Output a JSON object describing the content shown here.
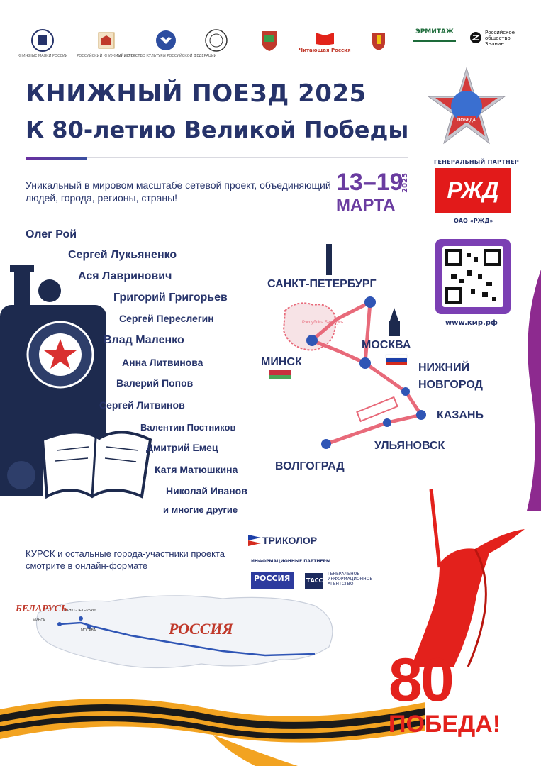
{
  "logos": [
    {
      "icon": "book-ship-icon",
      "caption": "КНИЖНЫЕ МАЯКИ РОССИИ"
    },
    {
      "icon": "book-union-icon",
      "caption": "РОССИЙСКИЙ КНИЖНЫЙ СОЮЗ"
    },
    {
      "icon": "eagle-emblem-icon",
      "caption": "МИНИСТЕРСТВО КУЛЬТУРЫ РОССИЙСКОЙ ФЕДЕРАЦИИ"
    },
    {
      "icon": "round-seal-icon",
      "caption": ""
    },
    {
      "icon": "shield-emblem-icon",
      "caption": ""
    },
    {
      "icon": "open-book-icon",
      "caption": "Читающая Россия"
    },
    {
      "icon": "city-crest-icon",
      "caption": ""
    },
    {
      "icon": "hermitage-icon",
      "caption": "ЭРМИТАЖ"
    },
    {
      "icon": "znanie-icon",
      "caption": "Российское общество Знание"
    }
  ],
  "header": {
    "title": "КНИЖНЫЙ ПОЕЗД 2025",
    "subtitle": "К 80-летию Великой Победы",
    "description": "Уникальный в мировом масштабе сетевой проект, объединяющий людей, города, регионы, страны!",
    "dates": "13–19",
    "year": "2025",
    "month": "МАРТА"
  },
  "partner": {
    "general_label": "ГЕНЕРАЛЬНЫЙ ПАРТНЕР",
    "name": "ОАО «РЖД»",
    "logo_text": "РЖД",
    "site": "www.кмр.рф"
  },
  "authors": [
    "Олег Рой",
    "Сергей Лукьяненко",
    "Ася Лавринович",
    "Григорий Григорьев",
    "Сергей Переслегин",
    "Влад Маленко",
    "Анна Литвинова",
    "Валерий Попов",
    "Сергей Литвинов",
    "Валентин Постников",
    "Дмитрий Емец",
    "Катя Матюшкина",
    "Николай Иванов",
    "и многие другие"
  ],
  "cities": {
    "spb": "САНКТ-ПЕТЕРБУРГ",
    "moscow": "МОСКВА",
    "minsk": "МИНСК",
    "nn1": "НИЖНИЙ",
    "nn2": "НОВГОРОД",
    "kazan": "КАЗАНЬ",
    "ulyanovsk": "УЛЬЯНОВСК",
    "volgograd": "ВОЛГОГРАД",
    "belarus_label": "Рэспубліка Беларусь"
  },
  "bottom": {
    "kursk": "КУРСК и остальные города-участники проекта смотрите в онлайн-формате",
    "tricolor": "ТРИКОЛОР",
    "info_partners": "ИНФОРМАЦИОННЫЕ ПАРТНЕРЫ",
    "russia": "РОССИЯ",
    "tass": "ТАСС",
    "tass_desc": "ГЕНЕРАЛЬНОЕ ИНФОРМАЦИОННОЕ АГЕНТСТВО",
    "map_russia": "РОССИЯ",
    "map_belarus": "БЕЛАРУСЬ",
    "map_spb": "САНКТ-ПЕТЕРБУРГ",
    "map_minsk": "МИНСК",
    "map_moscow": "МОСКВА",
    "badge_number": "80",
    "badge_word": "ПОБЕДА!",
    "order_word": "ПОБЕДА"
  },
  "colors": {
    "navy": "#26336a",
    "purple": "#6a3ca0",
    "red": "#e21a1a",
    "route": "#e86a7a",
    "dot": "#2f55b5"
  }
}
